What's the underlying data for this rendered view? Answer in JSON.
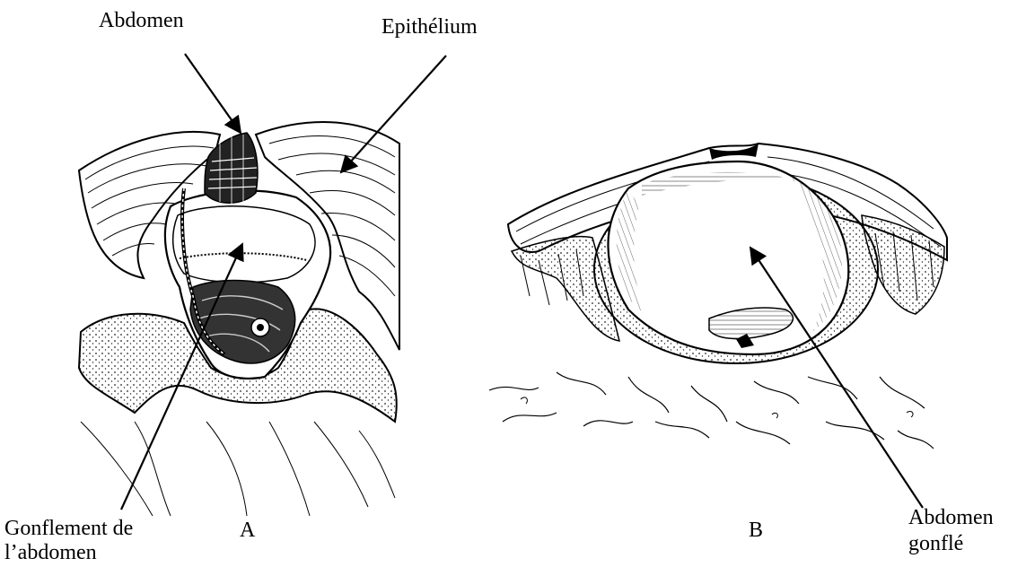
{
  "labels": {
    "abdomen": "Abdomen",
    "epithelium": "Epithélium",
    "gonflement_line1": "Gonflement de",
    "gonflement_line2": "l’abdomen",
    "panel_a": "A",
    "panel_b": "B",
    "abdomen_gonfle_line1": "Abdomen",
    "abdomen_gonfle_line2": "gonflé"
  },
  "colors": {
    "ink": "#000000",
    "paper": "#ffffff",
    "stipple": "#333333"
  }
}
